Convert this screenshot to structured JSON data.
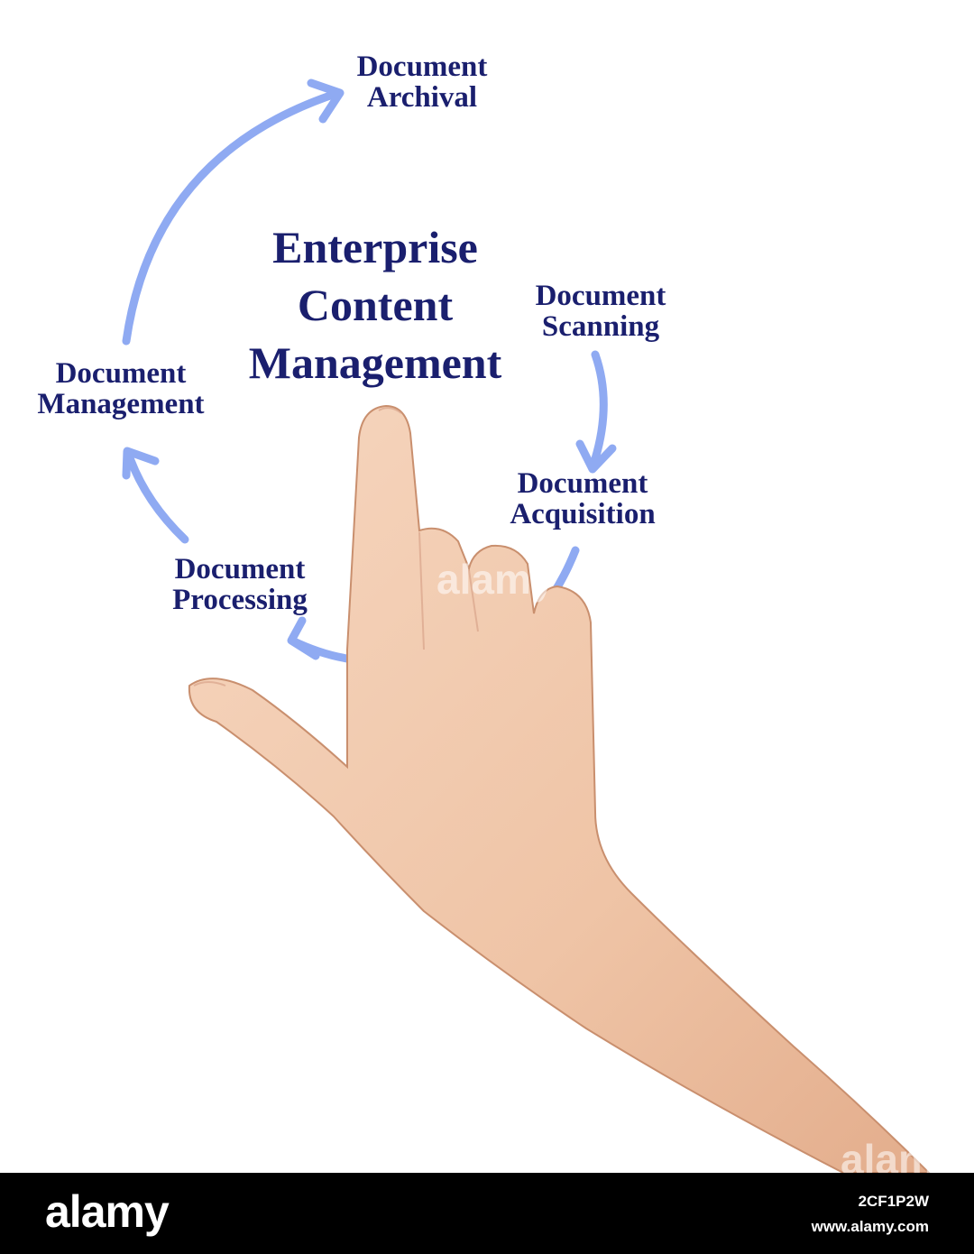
{
  "diagram": {
    "title": [
      "Enterprise",
      "Content",
      "Management"
    ],
    "steps": {
      "archival": [
        "Document",
        "Archival"
      ],
      "scanning": [
        "Document",
        "Scanning"
      ],
      "acquisition": [
        "Document",
        "Acquisition"
      ],
      "processing": [
        "Document",
        "Processing"
      ],
      "management": [
        "Document",
        "Management"
      ]
    },
    "arrow_color": "#8faaf2",
    "text_color": "#1a1f6e"
  },
  "photo": {
    "subject": "hand-pointing-icon",
    "skin_color": "#f1cbb0"
  },
  "watermark": {
    "text": "alamy"
  },
  "footer": {
    "logo": "alamy",
    "image_id": "2CF1P2W",
    "site": "www.alamy.com"
  }
}
